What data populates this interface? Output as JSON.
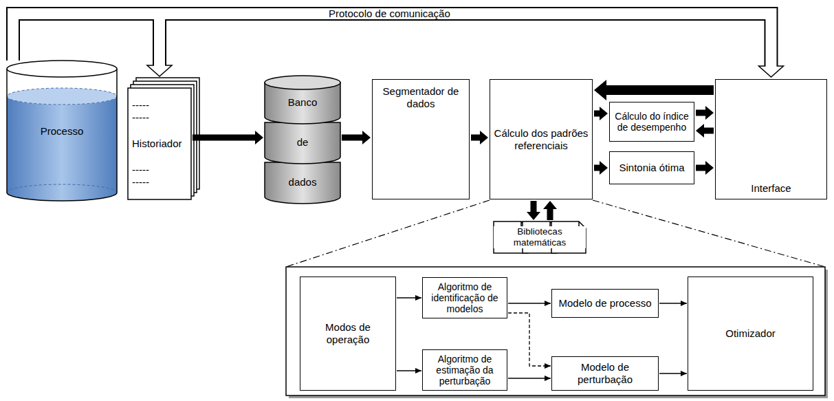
{
  "diagram": {
    "nodes": [
      {
        "text": [
          "Processo"
        ]
      },
      {
        "text": [
          "-----",
          "-----",
          "Historiador",
          "-----",
          "-----"
        ]
      },
      {
        "text": [
          "Banco",
          "de",
          "dados"
        ]
      },
      {
        "text": [
          "Segmentador de dados"
        ]
      },
      {
        "text": [
          "Cálculo dos padrões referenciais"
        ]
      },
      {
        "text": [
          "Cálculo do índice de desempenho"
        ]
      },
      {
        "text": [
          "Sintonia ótima"
        ]
      },
      {
        "text": [
          "Interface"
        ]
      },
      {
        "text": [
          "Bibliotecas matemáticas"
        ]
      },
      {
        "text": [
          "Modos de operação"
        ]
      },
      {
        "text": [
          "Algoritmo de identificação de modelos"
        ]
      },
      {
        "text": [
          "Algoritmo de estimação da perturbação"
        ]
      },
      {
        "text": [
          "Modelo de processo"
        ]
      },
      {
        "text": [
          "Modelo de perturbação"
        ]
      },
      {
        "text": [
          "Otimizador"
        ]
      }
    ],
    "edges": [
      {
        "from": 0,
        "to": 1,
        "arrow": "to"
      },
      {
        "from": 0,
        "to": 7,
        "arrow": "to"
      },
      {
        "from": 1,
        "to": 2,
        "arrow": "to"
      },
      {
        "from": 2,
        "to": 3,
        "arrow": "to"
      },
      {
        "from": 3,
        "to": 4,
        "arrow": "to"
      },
      {
        "from": 4,
        "to": 5,
        "arrow": "to"
      },
      {
        "from": 4,
        "to": 6,
        "arrow": "to"
      },
      {
        "from": 5,
        "to": 7,
        "arrow": "to"
      },
      {
        "from": 7,
        "to": 5,
        "arrow": "to"
      },
      {
        "from": 6,
        "to": 7,
        "arrow": "to"
      },
      {
        "from": 7,
        "to": 4,
        "arrow": "to"
      },
      {
        "from": 4,
        "to": 8,
        "arrow": "to"
      },
      {
        "from": 8,
        "to": 4,
        "arrow": "to"
      },
      {
        "from": 9,
        "to": 10,
        "arrow": "to"
      },
      {
        "from": 9,
        "to": 11,
        "arrow": "to"
      },
      {
        "from": 10,
        "to": 12,
        "arrow": "to"
      },
      {
        "from": 10,
        "to": 13,
        "arrow": "to"
      },
      {
        "from": 11,
        "to": 13,
        "arrow": "to"
      },
      {
        "from": 12,
        "to": 14,
        "arrow": "to"
      },
      {
        "from": 13,
        "to": 14,
        "arrow": "to"
      }
    ],
    "labels": [
      "Protocolo de comunicação"
    ]
  }
}
